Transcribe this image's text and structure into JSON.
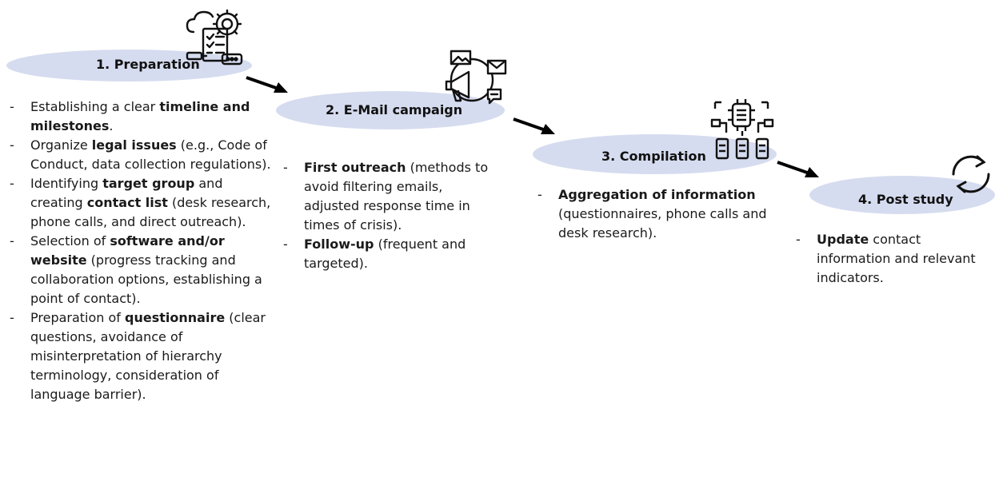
{
  "stages": [
    {
      "title": "1.  Preparation",
      "icon": "settings-checklist-icon",
      "bullets": [
        {
          "parts": [
            [
              "Establishing a clear ",
              false
            ],
            [
              "timeline and milestones",
              true
            ],
            [
              ".",
              false
            ]
          ]
        },
        {
          "parts": [
            [
              "Organize ",
              false
            ],
            [
              "legal issues",
              true
            ],
            [
              " (e.g., Code of Conduct, data collection regulations).",
              false
            ]
          ]
        },
        {
          "parts": [
            [
              "Identifying ",
              false
            ],
            [
              "target group",
              true
            ],
            [
              " and creating ",
              false
            ],
            [
              "contact list",
              true
            ],
            [
              " (desk research, phone calls, and direct outreach).",
              false
            ]
          ]
        },
        {
          "parts": [
            [
              "Selection of ",
              false
            ],
            [
              "software and/or website",
              true
            ],
            [
              " (progress tracking and collaboration options, establishing a point of contact).",
              false
            ]
          ]
        },
        {
          "parts": [
            [
              "Preparation of ",
              false
            ],
            [
              "questionnaire",
              true
            ],
            [
              " (clear questions, avoidance of misinterpretation of hierarchy terminology, consideration of language barrier).",
              false
            ]
          ]
        }
      ]
    },
    {
      "title": "2. E-Mail campaign",
      "icon": "megaphone-email-icon",
      "bullets": [
        {
          "parts": [
            [
              "First outreach",
              true
            ],
            [
              " (methods to avoid filtering emails, adjusted response time in times of crisis).",
              false
            ]
          ]
        },
        {
          "parts": [
            [
              "Follow-up",
              true
            ],
            [
              " (frequent and targeted).",
              false
            ]
          ]
        }
      ]
    },
    {
      "title": "3. Compilation",
      "icon": "data-processing-icon",
      "bullets": [
        {
          "parts": [
            [
              "Aggregation of information",
              true
            ],
            [
              " (questionnaires, phone calls and desk research).",
              false
            ]
          ]
        }
      ]
    },
    {
      "title": "4. Post study",
      "icon": "refresh-icon",
      "bullets": [
        {
          "parts": [
            [
              "Update",
              true
            ],
            [
              " contact information and relevant indicators.",
              false
            ]
          ]
        }
      ]
    }
  ],
  "colors": {
    "ellipse": "#d6dcef",
    "arrow": "#000000",
    "text": "#1a1a1a"
  }
}
